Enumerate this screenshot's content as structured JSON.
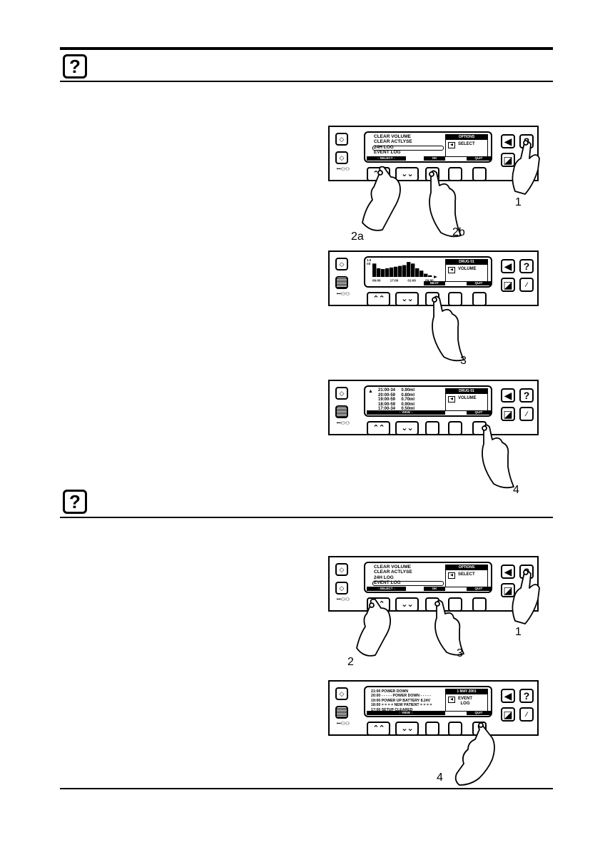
{
  "icons": {
    "help": "question-mark-icon",
    "accent": "#000000"
  },
  "section1": {
    "panel_a": {
      "menu": [
        "CLEAR VOLUME",
        "CLEAR ACTLYSE",
        "24H LOG",
        "EVENT LOG"
      ],
      "box_title": "OPTIONS",
      "box_text": "SELECT",
      "soft_left": "↑ SELECT ↓",
      "soft_mid": "OK",
      "soft_right": "QUIT",
      "labels": [
        "1",
        "2a",
        "2b"
      ]
    },
    "panel_b": {
      "chart_ylabel": "1.0\nml",
      "box_title": "DRUG 01",
      "box_text": "VOLUME",
      "soft_mid": "NEXT",
      "soft_right": "QUIT",
      "labels": [
        "3"
      ]
    },
    "panel_c": {
      "rows": [
        "21:00-34     0.90ml",
        "20:00-59     0.80ml",
        "19:00-59     0.70ml",
        "18:00-59     0.90ml",
        "17:00-34     0.50ml"
      ],
      "box_title": "DRUG 01",
      "box_text": "VOLUME",
      "soft_left": "↑   VIEW   ↓",
      "soft_right": "QUIT",
      "labels": [
        "4"
      ]
    }
  },
  "section2": {
    "panel_a": {
      "menu": [
        "CLEAR VOLUME",
        "CLEAR ACTLYSE",
        "24H LOG",
        "EVENT LOG"
      ],
      "box_title": "OPTIONS",
      "box_text": "SELECT",
      "soft_left": "↑ SELECT ↓",
      "soft_mid": "OK",
      "soft_right": "QUIT",
      "labels": [
        "1",
        "2",
        "3"
      ]
    },
    "panel_b": {
      "log": [
        "21:00 POWER DOWN",
        "20:00 - - - - - POWER DOWN - - - - -",
        "19:00 POWER UP BATTERY 8.24V",
        "18:00 = = = = NEW PATIENT = = = =",
        "17:00 SETUP CLEARED"
      ],
      "box_title": "1 MAY 2001",
      "box_text": "EVENT\nLOG",
      "soft_left": "↑      VIEW      ↓",
      "soft_right": "QUIT",
      "labels": [
        "4"
      ]
    }
  },
  "chart_data": {
    "type": "bar",
    "x_ticks": [
      "09:00",
      "17:00",
      "01:00",
      "09:00"
    ],
    "values": [
      0.85,
      0.55,
      0.5,
      0.55,
      0.6,
      0.65,
      0.7,
      0.75,
      0.95,
      0.85,
      0.55,
      0.4,
      0.2,
      0.1
    ],
    "ylim": [
      0,
      1.0
    ]
  }
}
